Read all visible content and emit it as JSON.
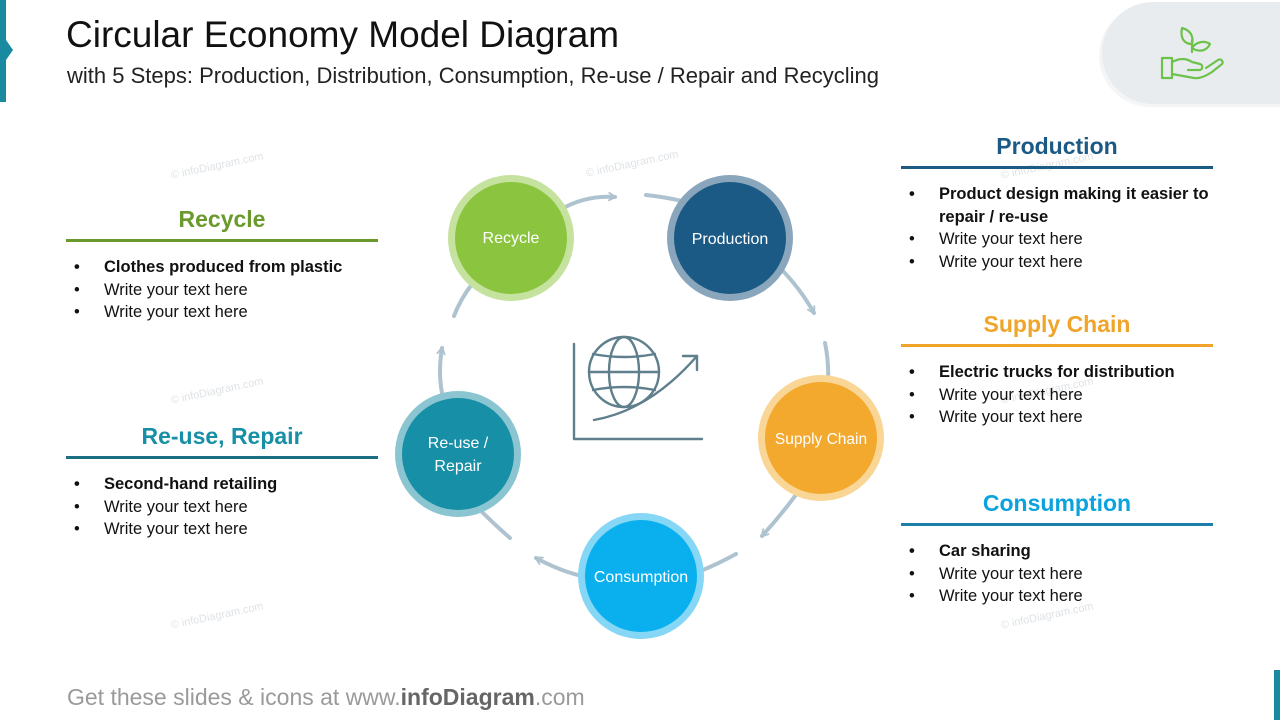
{
  "header": {
    "title": "Circular Economy Model Diagram",
    "subtitle": "with 5 Steps: Production, Distribution, Consumption, Re-use / Repair and Recycling"
  },
  "badge": {
    "icon": "hand-leaves-icon",
    "color": "#6cc24a"
  },
  "watermark": "© infoDiagram.com",
  "cycle": {
    "center_icon": "globe-growth-chart-icon",
    "steps": [
      {
        "label": "Recycle",
        "color": "#8bc53f",
        "ring": "#c5e29f"
      },
      {
        "label": "Production",
        "color": "#1b5a85",
        "ring": "#8aa6bd"
      },
      {
        "label": "Supply Chain",
        "color": "#f2a92d",
        "ring": "#f9d596"
      },
      {
        "label": "Consumption",
        "color": "#0ab0ee",
        "ring": "#86d6f6"
      },
      {
        "label": "Re-use /",
        "label2": "Repair",
        "color": "#178fa6",
        "ring": "#8ac5d1"
      }
    ],
    "arrow_color": "#aec3cf"
  },
  "panels": {
    "recycle": {
      "title": "Recycle",
      "color": "#6a9a2c",
      "rule": "#6a9a2c",
      "items": [
        "Clothes produced from plastic",
        "Write your text here",
        "Write your text here"
      ]
    },
    "reuse": {
      "title": "Re-use, Repair",
      "color": "#178fa6",
      "rule": "#1b6f82",
      "items": [
        "Second-hand retailing",
        "Write your text here",
        "Write your text here"
      ]
    },
    "production": {
      "title": "Production",
      "color": "#1b5a85",
      "rule": "#1b5a85",
      "items": [
        "Product design making it easier to repair / re-use",
        "Write your text here",
        "Write your text here"
      ]
    },
    "supply": {
      "title": "Supply Chain",
      "color": "#f0a52a",
      "rule": "#f0a52a",
      "items": [
        "Electric trucks for distribution",
        "Write your text here",
        "Write your text here"
      ]
    },
    "consumption": {
      "title": "Consumption",
      "color": "#0aa3de",
      "rule": "#1b7fa8",
      "items": [
        "Car sharing",
        "Write your text here",
        "Write your text here"
      ]
    }
  },
  "footer": {
    "prefix": "Get these slides & icons at www.",
    "brand": "infoDiagram",
    "suffix": ".com"
  }
}
